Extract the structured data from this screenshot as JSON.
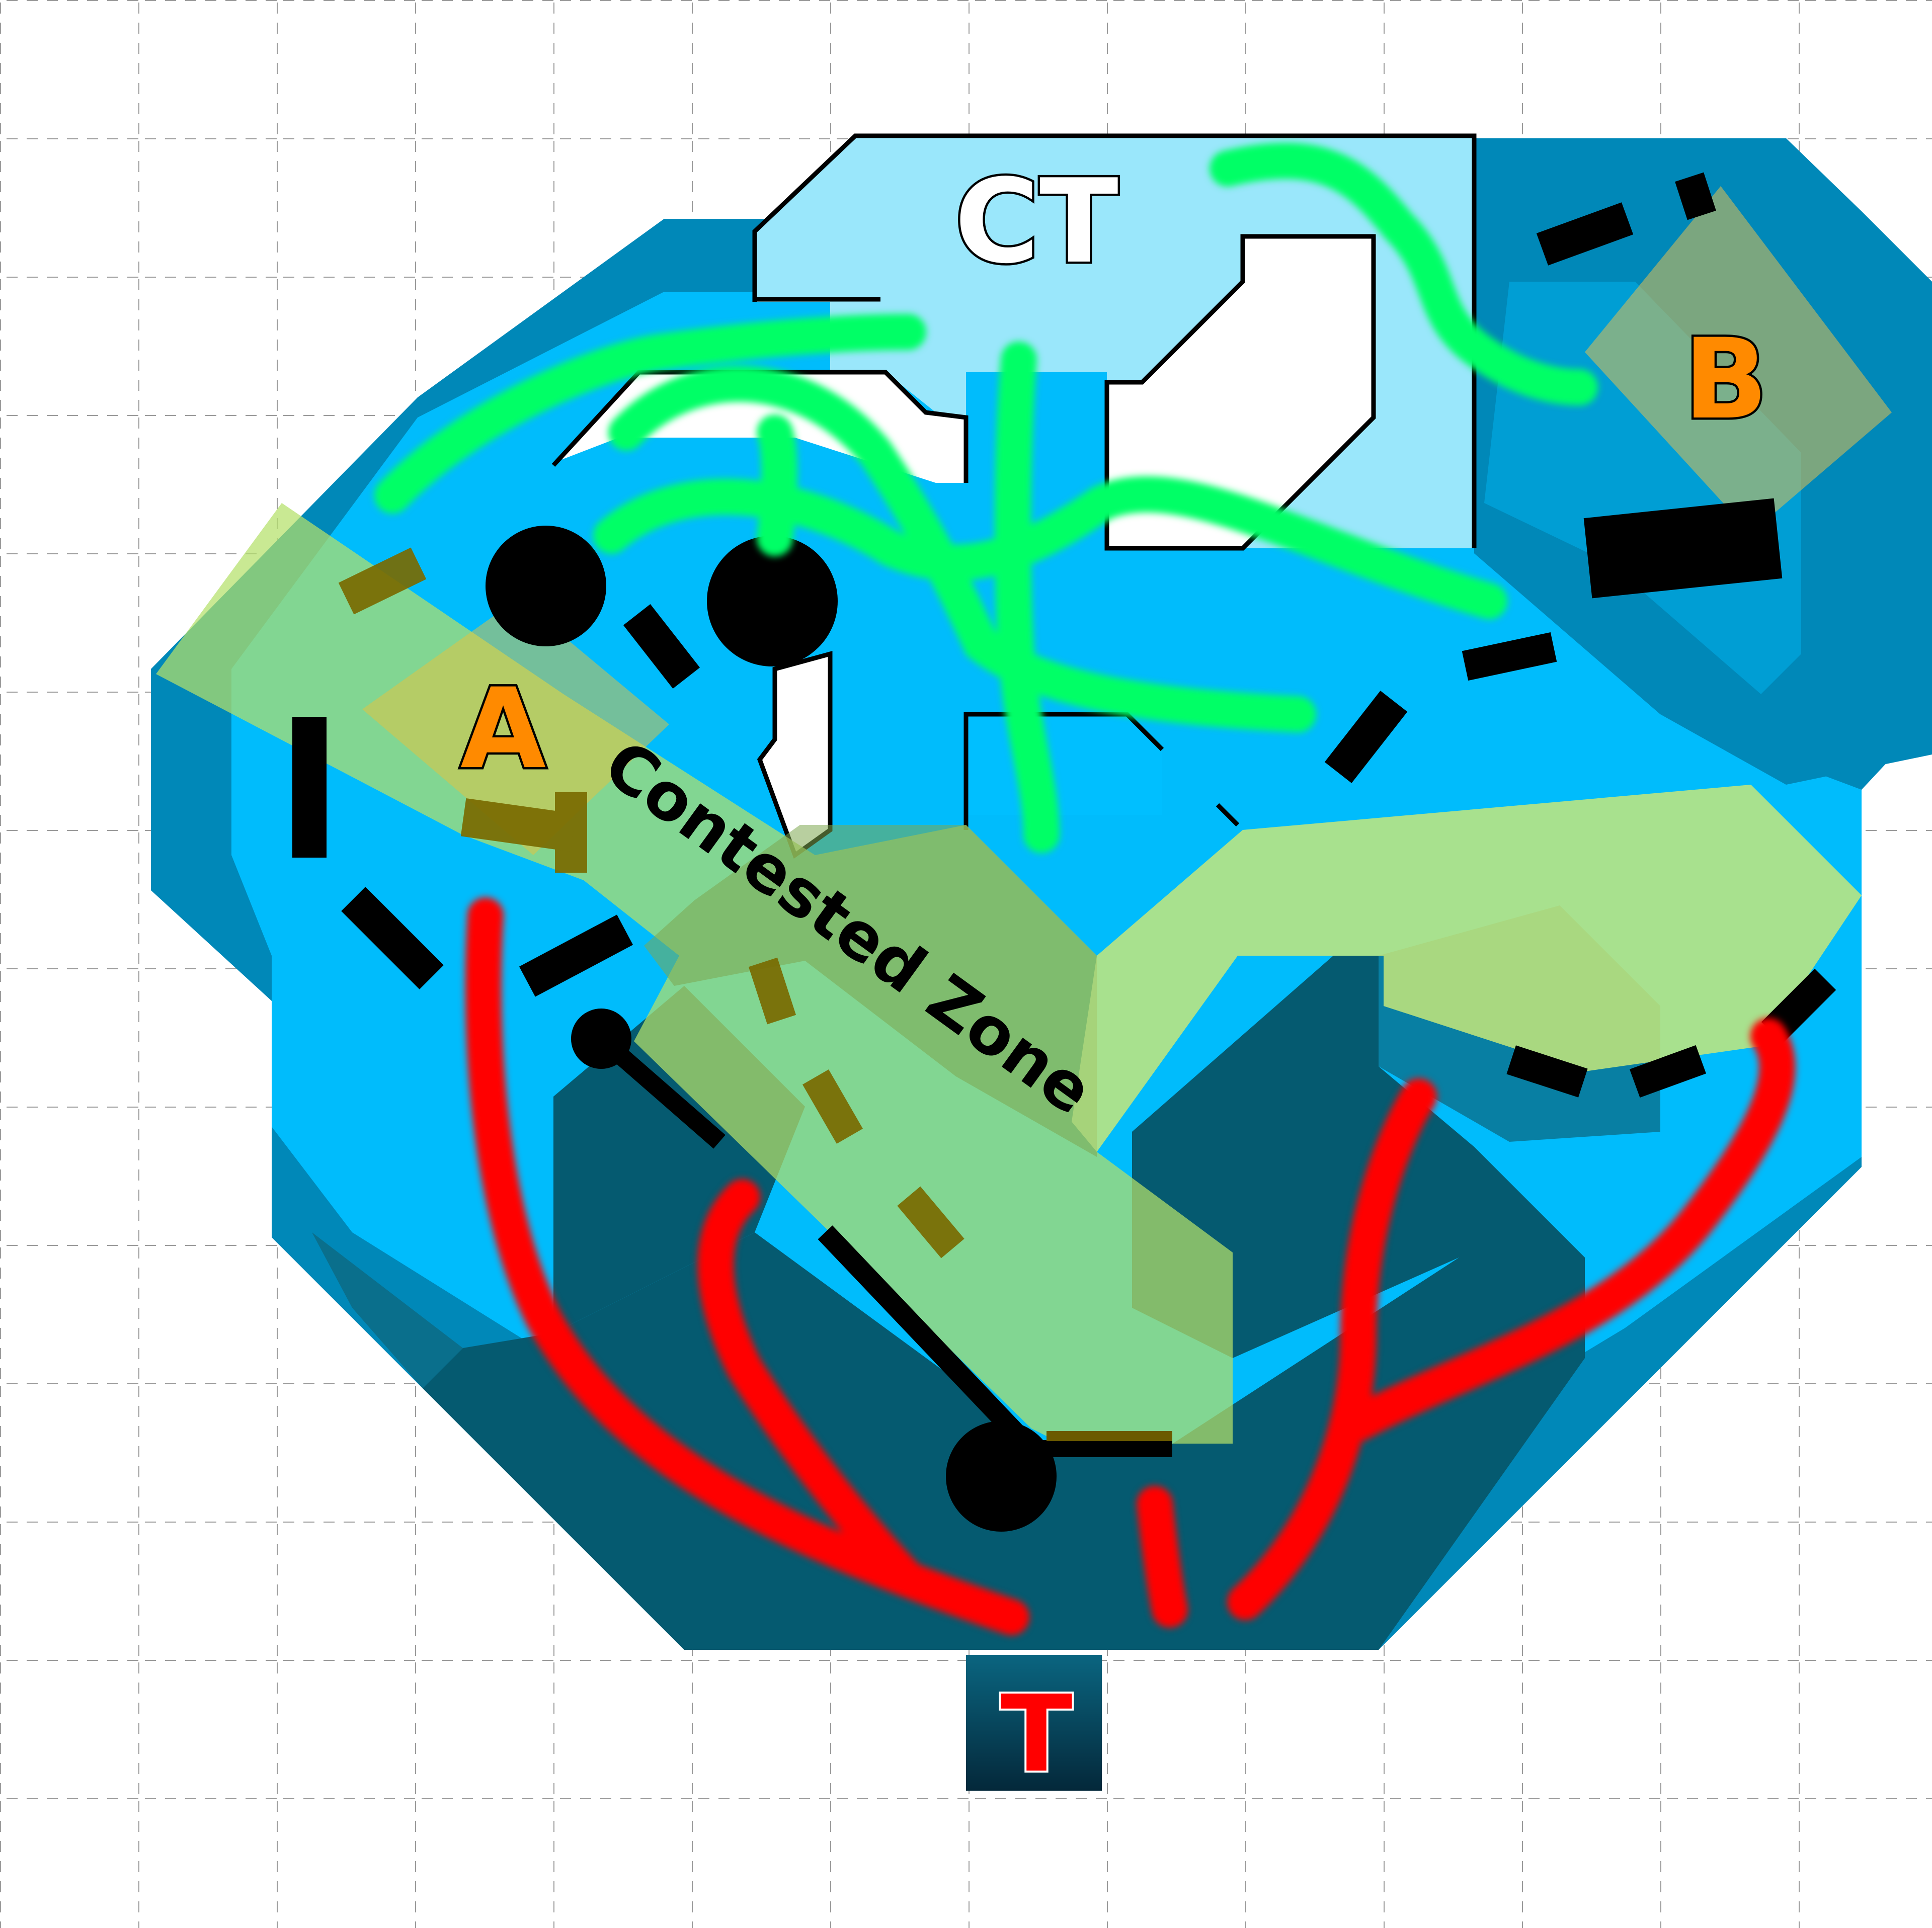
{
  "labels": {
    "ct_spawn": "CT",
    "site_a": "A",
    "site_b": "B",
    "t_spawn": "T",
    "contested_zone": "Contested Zone"
  },
  "colors": {
    "background": "#ffffff",
    "grid_line": "#aaaaaa",
    "map_light": "#00bfff",
    "map_mid": "#0088b8",
    "map_dark": "#055a70",
    "ct_area": "#9ae7fb",
    "contested_zone": "#b4e06a",
    "site_marker": "#e8c23a",
    "site_label": "#ff8a00",
    "ct_route": "#00ff66",
    "t_route": "#ff0000",
    "cover": "#000000",
    "t_spawn_block": "#062f45"
  },
  "routes": {
    "ct_routes_color_meaning": "CT rotations",
    "t_routes_color_meaning": "T pushes"
  }
}
